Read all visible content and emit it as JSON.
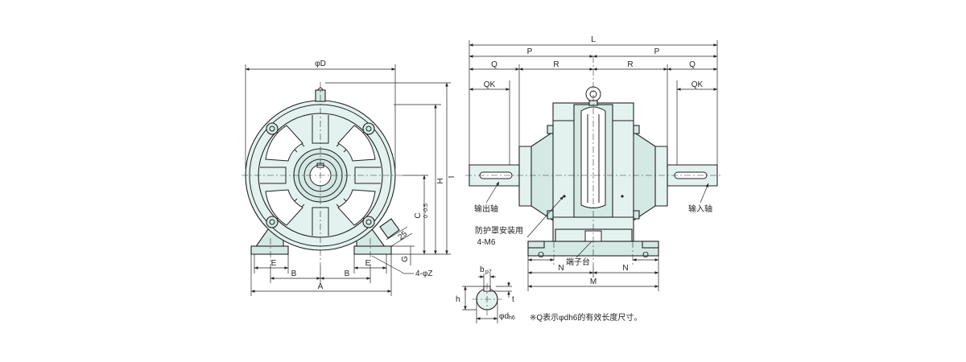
{
  "labels": {
    "phi_D": "φD",
    "H": "H",
    "I": "I",
    "C": "C",
    "C_tol": "0\n-0.5",
    "deg25": "25",
    "G": "G",
    "E": "E",
    "B": "B",
    "A": "A",
    "Z": "4-φZ",
    "L": "L",
    "P": "P",
    "Q": "Q",
    "R": "R",
    "QK": "QK",
    "output_shaft": "输出轴",
    "input_shaft": "输入轴",
    "guard_mount": "防护罩安装用",
    "m6": "4-M6",
    "terminal": "端子台",
    "O": "O",
    "N": "N",
    "M": "M",
    "b": "b",
    "b_sub": "p7",
    "h": "h",
    "t": "t",
    "d": "φd",
    "d_sub": "h6",
    "note": "※Q表示φdh6的有效长度尺寸。"
  },
  "colors": {
    "body_fill": "#e3f2ef",
    "line": "#222222"
  }
}
